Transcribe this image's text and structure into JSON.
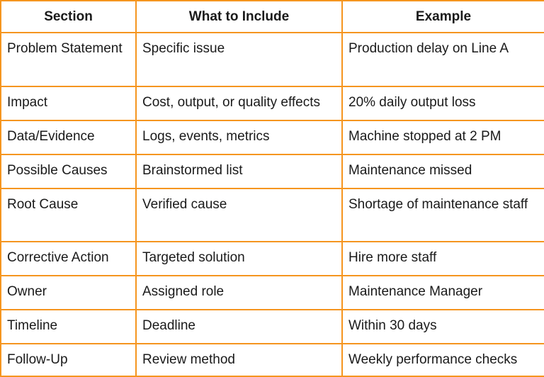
{
  "table": {
    "headers": [
      "Section",
      "What to Include",
      "Example"
    ],
    "rows": [
      {
        "section": "Problem Statement",
        "include": "Specific issue",
        "example": "Production delay on Line A",
        "height": 76
      },
      {
        "section": "Impact",
        "include": "Cost, output, or quality effects",
        "example": "20% daily output loss",
        "height": 48
      },
      {
        "section": "Data/Evidence",
        "include": "Logs, events, metrics",
        "example": "Machine stopped at 2 PM",
        "height": 48
      },
      {
        "section": "Possible Causes",
        "include": "Brainstormed list",
        "example": "Maintenance missed",
        "height": 48
      },
      {
        "section": "Root Cause",
        "include": "Verified cause",
        "example": "Shortage of maintenance staff",
        "height": 75
      },
      {
        "section": "Corrective Action",
        "include": "Targeted solution",
        "example": "Hire more staff",
        "height": 48
      },
      {
        "section": "Owner",
        "include": "Assigned role",
        "example": "Maintenance Manager",
        "height": 48
      },
      {
        "section": "Timeline",
        "include": "Deadline",
        "example": "Within 30 days",
        "height": 48
      },
      {
        "section": "Follow-Up",
        "include": "Review method",
        "example": "Weekly performance checks",
        "height": 46
      }
    ]
  },
  "colors": {
    "border": "#f5951f",
    "text": "#1a1a1a",
    "background": "#ffffff"
  }
}
